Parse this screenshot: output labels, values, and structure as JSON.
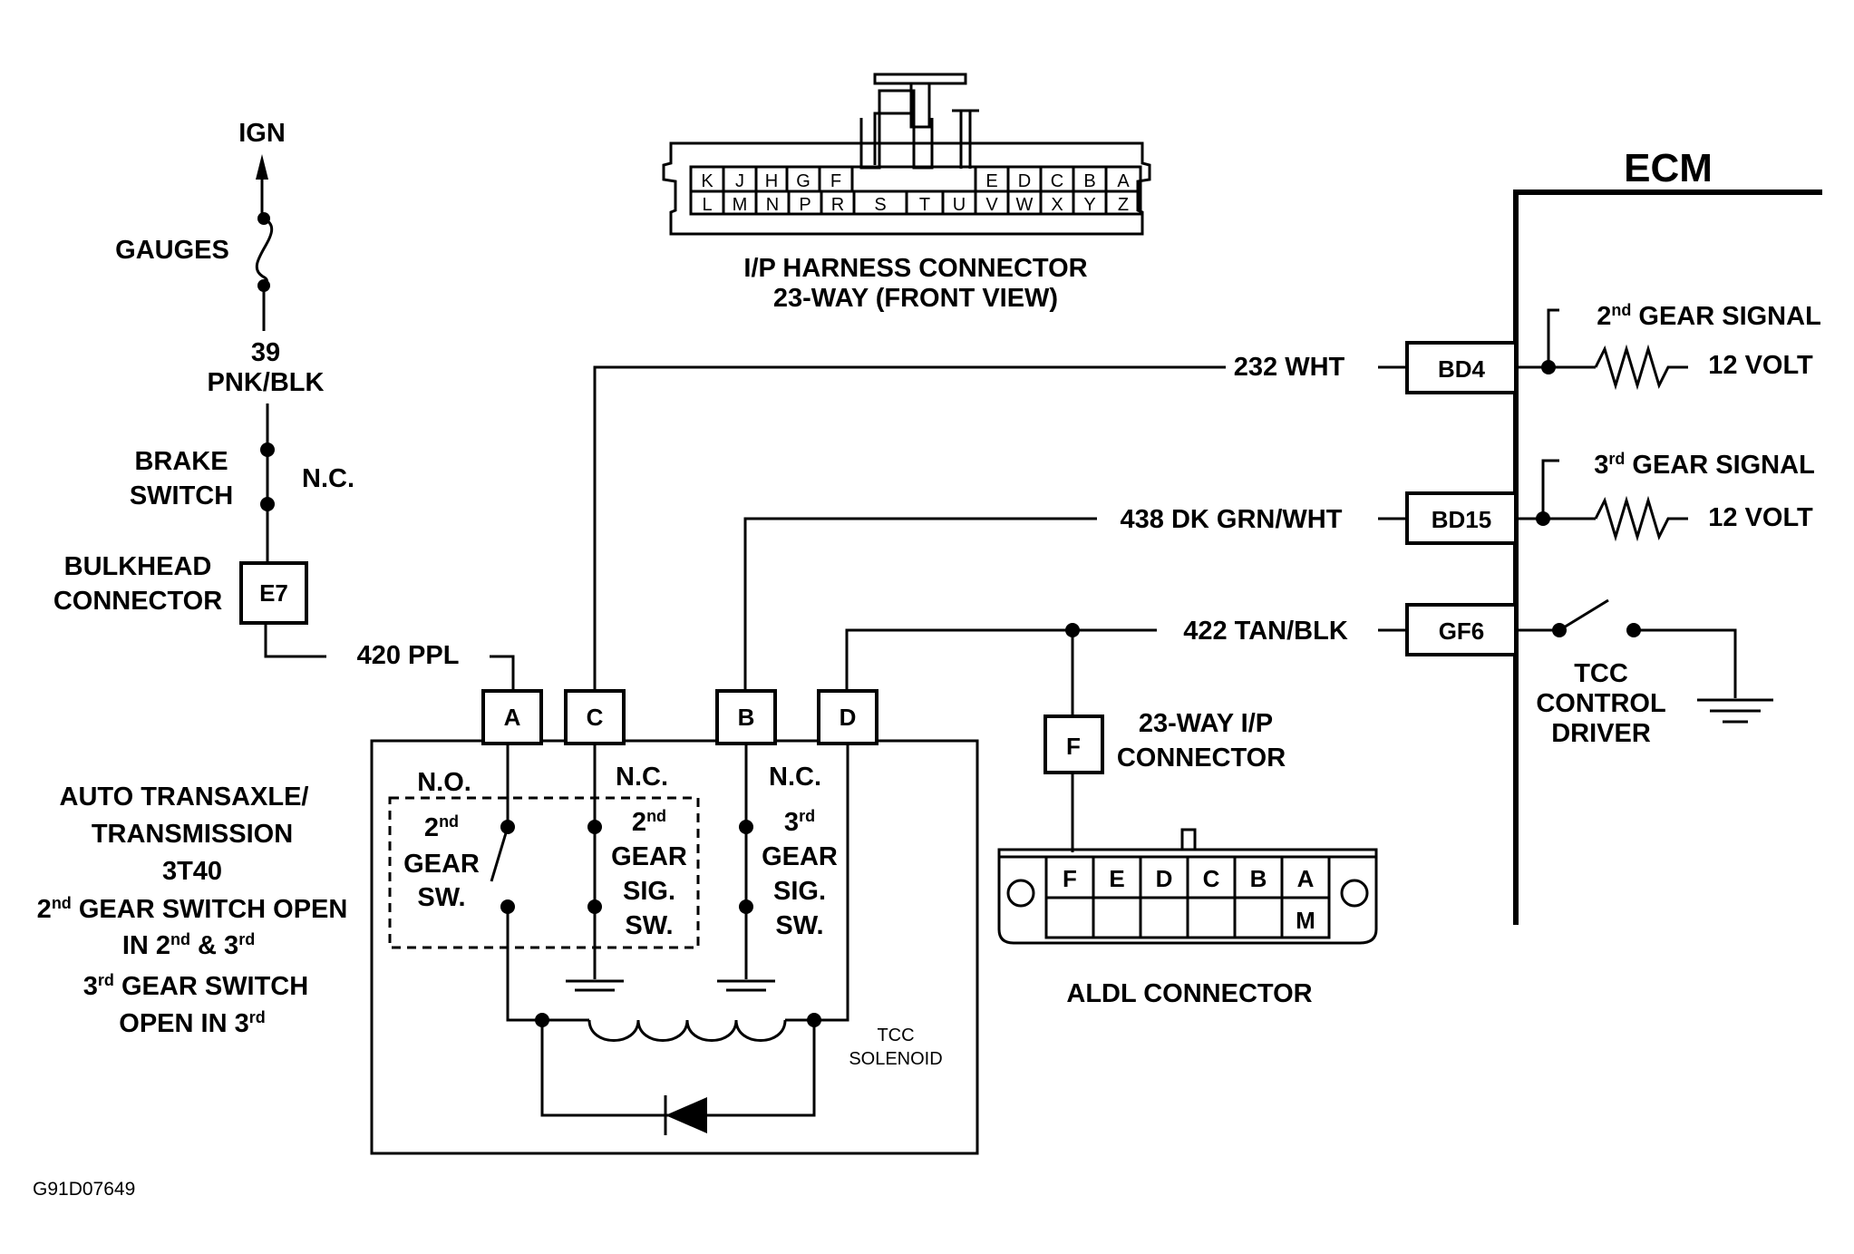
{
  "ign": "IGN",
  "gauges": "GAUGES",
  "circuit_39": "39",
  "pnk_blk": "PNK/BLK",
  "brake_switch": {
    "line1": "BRAKE",
    "line2": "SWITCH",
    "nc": "N.C."
  },
  "bulkhead": {
    "line1": "BULKHEAD",
    "line2": "CONNECTOR",
    "pin": "E7"
  },
  "wire_420": "420 PPL",
  "wire_232": "232 WHT",
  "wire_438": "438 DK GRN/WHT",
  "wire_422": "422 TAN/BLK",
  "ip_harness": {
    "title1": "I/P HARNESS CONNECTOR",
    "title2": "23-WAY (FRONT VIEW)",
    "row1_left": [
      "K",
      "J",
      "H",
      "G",
      "F"
    ],
    "row1_right": [
      "E",
      "D",
      "C",
      "B",
      "A"
    ],
    "row2": [
      "L",
      "M",
      "N",
      "P",
      "R",
      "S",
      "T",
      "U",
      "V",
      "W",
      "X",
      "Y",
      "Z"
    ]
  },
  "ecm": {
    "title": "ECM",
    "bd4": "BD4",
    "bd15": "BD15",
    "gf6": "GF6",
    "gear2_signal": "2nd GEAR SIGNAL",
    "gear3_signal": "3rd GEAR SIGNAL",
    "volt_12": "12 VOLT",
    "tcc_driver": [
      "TCC",
      "CONTROL",
      "DRIVER"
    ]
  },
  "trans_pins": {
    "a": "A",
    "c": "C",
    "b": "B",
    "d": "D"
  },
  "switches": {
    "no": "N.O.",
    "nc1": "N.C.",
    "nc2": "N.C.",
    "sw2": [
      "2nd",
      "GEAR",
      "SW."
    ],
    "sig2": [
      "2nd",
      "GEAR",
      "SIG.",
      "SW."
    ],
    "sig3": [
      "3rd",
      "GEAR",
      "SIG.",
      "SW."
    ]
  },
  "tcc_solenoid": [
    "TCC",
    "SOLENOID"
  ],
  "trans_desc": [
    "AUTO TRANSAXLE/",
    "TRANSMISSION",
    "3T40",
    "2nd GEAR SWITCH OPEN",
    "IN 2nd & 3rd",
    "3rd GEAR SWITCH",
    "OPEN IN 3rd"
  ],
  "ip_conn": {
    "pin": "F",
    "line1": "23-WAY I/P",
    "line2": "CONNECTOR"
  },
  "aldl": {
    "title": "ALDL CONNECTOR",
    "pins": [
      "F",
      "E",
      "D",
      "C",
      "B",
      "A"
    ],
    "pin_m": "M"
  },
  "figure_code": "G91D07649"
}
